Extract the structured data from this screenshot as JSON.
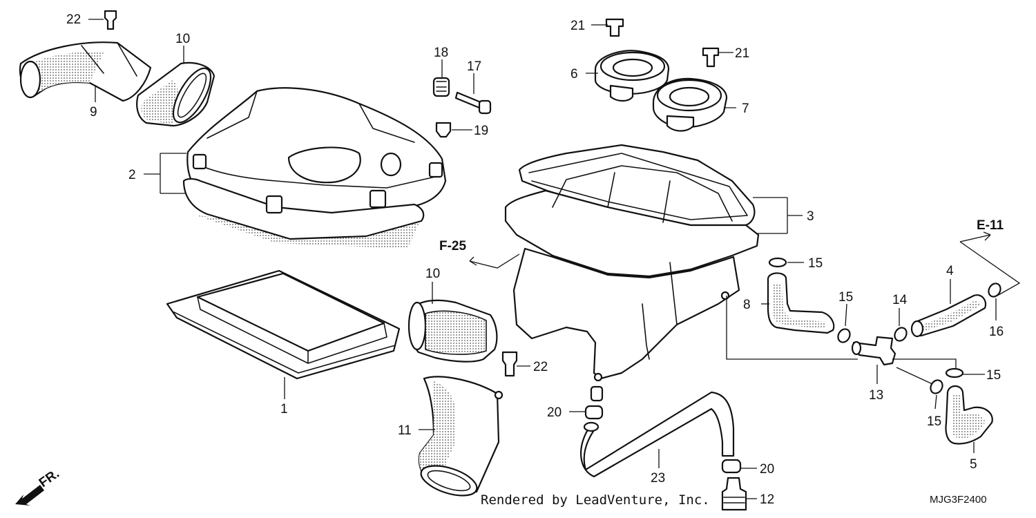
{
  "callouts": {
    "c1": "1",
    "c2": "2",
    "c3": "3",
    "c4": "4",
    "c5": "5",
    "c6": "6",
    "c7": "7",
    "c8": "8",
    "c9": "9",
    "c10a": "10",
    "c10b": "10",
    "c11": "11",
    "c12": "12",
    "c13": "13",
    "c14": "14",
    "c15a": "15",
    "c15b": "15",
    "c15c": "15",
    "c15d": "15",
    "c16": "16",
    "c17": "17",
    "c18": "18",
    "c19": "19",
    "c20a": "20",
    "c20b": "20",
    "c21a": "21",
    "c21b": "21",
    "c22a": "22",
    "c22b": "22",
    "c23": "23"
  },
  "references": {
    "f25": "F-25",
    "e11": "E-11",
    "front": "FR."
  },
  "footer": {
    "credit": "Rendered by LeadVenture, Inc.",
    "diagram_code": "MJG3F2400"
  }
}
